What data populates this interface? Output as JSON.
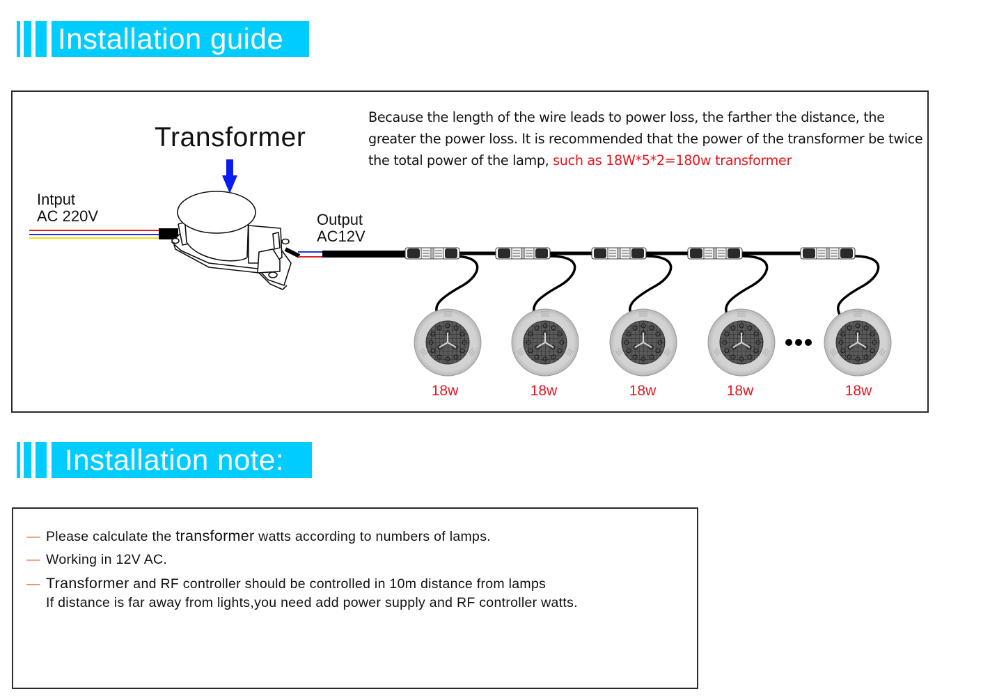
{
  "sections": {
    "guide": {
      "title": "Installation guide"
    },
    "note": {
      "title": "Installation note:"
    }
  },
  "colors": {
    "header_bg": "#00ccff",
    "header_text": "#ffffff",
    "highlight_red": "#e8141c",
    "dash_orange": "#e8622a",
    "arrow_blue": "#0a1cf0"
  },
  "diagram": {
    "transformer_title": "Transformer",
    "input_label": [
      "Intput",
      "AC 220V"
    ],
    "output_label": [
      "Output",
      "AC12V"
    ],
    "description": {
      "text": "Because the length of the wire leads to power loss, the farther the distance, the greater the power loss. It is recommended that the power of the transformer be twice the total power of the lamp, ",
      "highlight": "such as 18W*5*2=180w transformer"
    },
    "lamps": [
      {
        "label": "18w"
      },
      {
        "label": "18w"
      },
      {
        "label": "18w"
      },
      {
        "label": "18w"
      },
      {
        "label": "18w"
      }
    ],
    "ellipsis": "•••",
    "input_wire_colors": [
      "#e02020",
      "#2030e0",
      "#f0e000"
    ],
    "output_wire_colors": [
      "#2030e0",
      "#e02020"
    ]
  },
  "notes": {
    "dash": "—",
    "items": [
      {
        "pre": "Please calculate the ",
        "big": "transformer",
        "post": " watts according to numbers of lamps."
      },
      {
        "pre": "Working in 12V AC.",
        "big": "",
        "post": ""
      },
      {
        "pre": "",
        "big": "Transformer",
        "post": " and RF controller should be controlled in 10m distance from lamps"
      }
    ],
    "continuation": "If distance is far away from lights,you need add power supply and RF controller watts."
  }
}
